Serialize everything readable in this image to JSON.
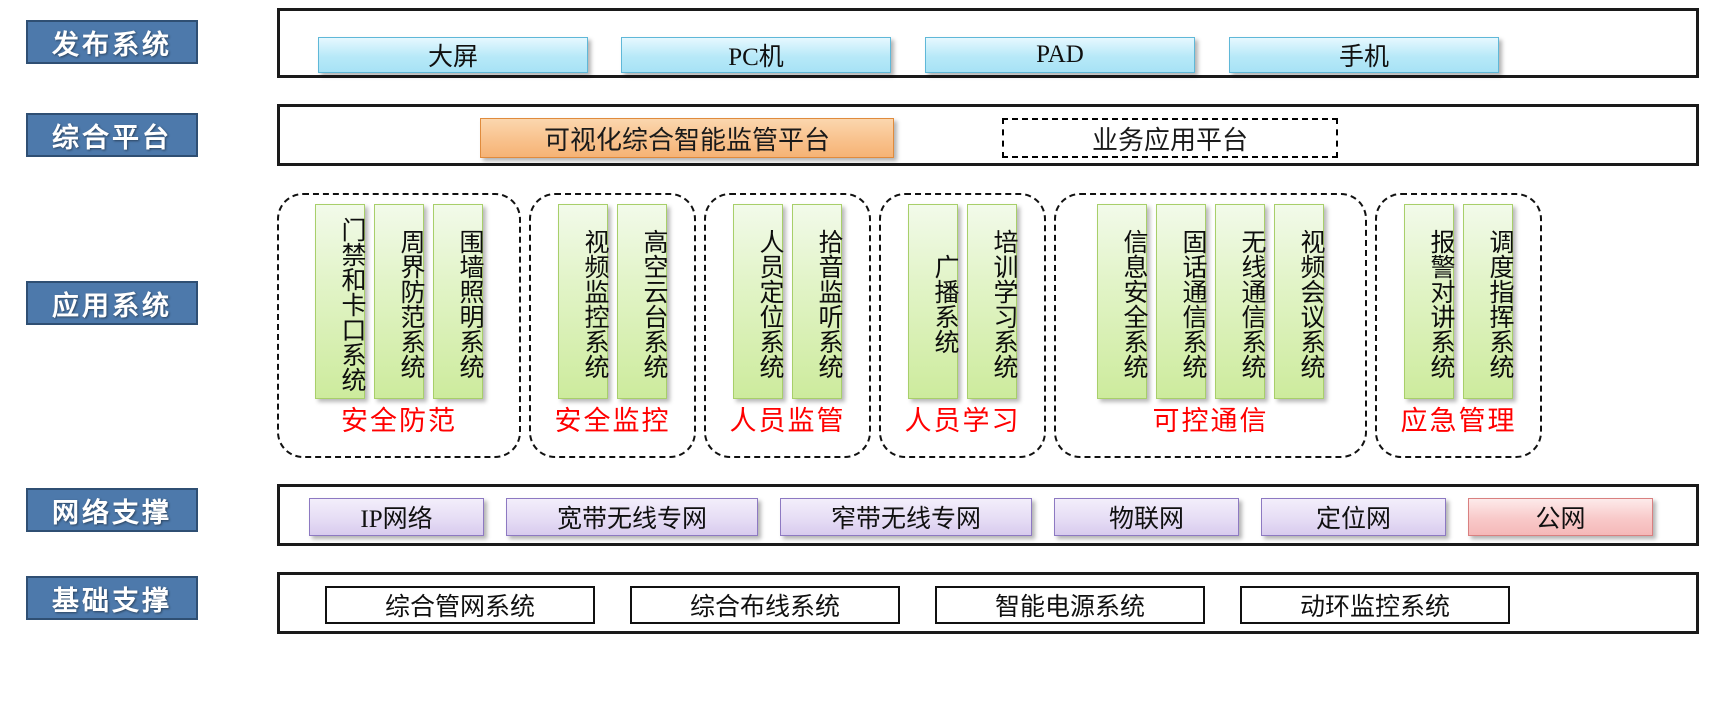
{
  "layers": [
    {
      "key": "release",
      "label": "发布系统"
    },
    {
      "key": "platform",
      "label": "综合平台"
    },
    {
      "key": "app",
      "label": "应用系统"
    },
    {
      "key": "network",
      "label": "网络支撑"
    },
    {
      "key": "base",
      "label": "基础支撑"
    }
  ],
  "release_row": {
    "items": [
      {
        "label": "大屏"
      },
      {
        "label": "PC机"
      },
      {
        "label": "PAD"
      },
      {
        "label": "手机"
      }
    ]
  },
  "platform_row": {
    "items": [
      {
        "label": "可视化综合智能监管平台",
        "style": "orange"
      },
      {
        "label": "业务应用平台",
        "style": "dashed"
      }
    ]
  },
  "app_row": {
    "groups": [
      {
        "title": "安全防范",
        "systems": [
          "门禁和卡口系统",
          "周界防范系统",
          "围墙照明系统"
        ]
      },
      {
        "title": "安全监控",
        "systems": [
          "视频监控系统",
          "高空云台系统"
        ]
      },
      {
        "title": "人员监管",
        "systems": [
          "人员定位系统",
          "拾音监听系统"
        ]
      },
      {
        "title": "人员学习",
        "systems": [
          "广播系统",
          "培训学习系统"
        ]
      },
      {
        "title": "可控通信",
        "systems": [
          "信息安全系统",
          "固话通信系统",
          "无线通信系统",
          "视频会议系统"
        ]
      },
      {
        "title": "应急管理",
        "systems": [
          "报警对讲系统",
          "调度指挥系统"
        ]
      }
    ]
  },
  "network_row": {
    "items": [
      {
        "label": "IP网络",
        "style": "purple"
      },
      {
        "label": "宽带无线专网",
        "style": "purple"
      },
      {
        "label": "窄带无线专网",
        "style": "purple"
      },
      {
        "label": "物联网",
        "style": "purple"
      },
      {
        "label": "定位网",
        "style": "purple"
      },
      {
        "label": "公网",
        "style": "pink"
      }
    ]
  },
  "base_row": {
    "items": [
      {
        "label": "综合管网系统"
      },
      {
        "label": "综合布线系统"
      },
      {
        "label": "智能电源系统"
      },
      {
        "label": "动环监控系统"
      }
    ]
  },
  "colors": {
    "layer_label_bg": "#4d79ab",
    "layer_label_border": "#2f4f73",
    "chip_blue": "#b7e9f8",
    "chip_orange": "#f8c08a",
    "chip_green": "#cdeb9d",
    "chip_purple": "#e6ddf5",
    "chip_pink": "#f8c9c9",
    "group_title": "#ff0000"
  }
}
